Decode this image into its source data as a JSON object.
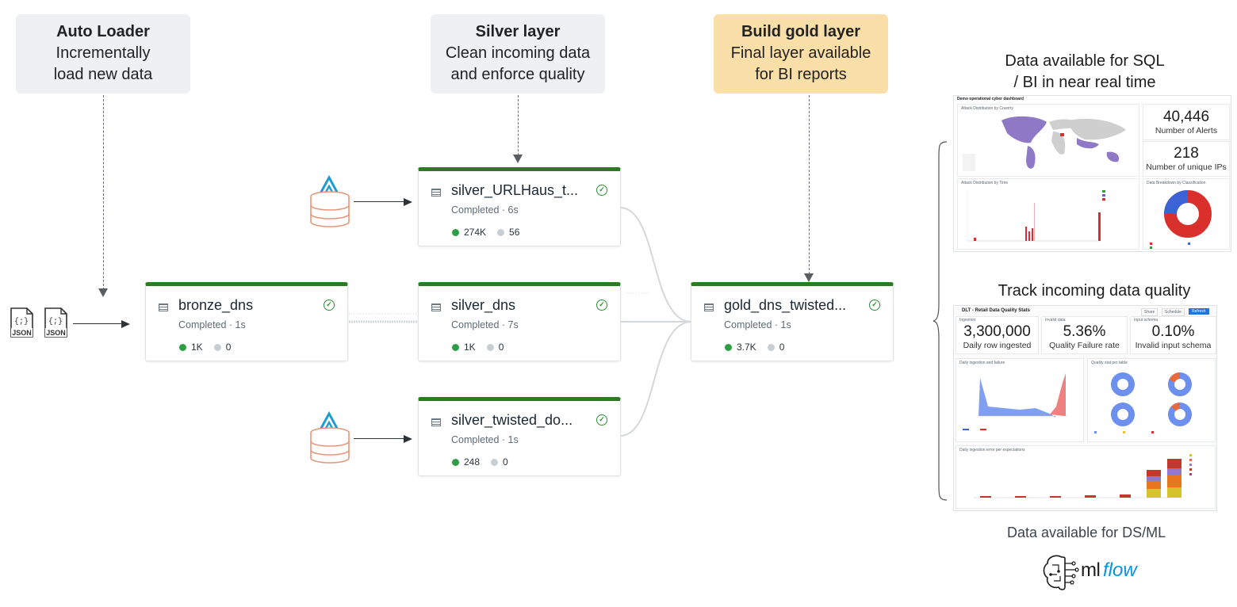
{
  "callouts": {
    "auto_loader": {
      "title": "Auto Loader",
      "line1": "Incrementally",
      "line2": "load new data"
    },
    "silver": {
      "title": "Silver layer",
      "line1": "Clean incoming data",
      "line2": "and enforce quality"
    },
    "gold": {
      "title": "Build gold layer",
      "line1": "Final layer available",
      "line2": "for BI reports"
    }
  },
  "json_files": [
    {
      "label": "JSON"
    },
    {
      "label": "JSON"
    }
  ],
  "nodes": {
    "silver_urlhaus": {
      "name": "silver_URLHaus_t...",
      "status": "Completed · 6s",
      "rows": "274K",
      "dropped": "56"
    },
    "bronze_dns": {
      "name": "bronze_dns",
      "status": "Completed · 1s",
      "rows": "1K",
      "dropped": "0"
    },
    "silver_dns": {
      "name": "silver_dns",
      "status": "Completed · 7s",
      "rows": "1K",
      "dropped": "0"
    },
    "gold_dns": {
      "name": "gold_dns_twisted...",
      "status": "Completed · 1s",
      "rows": "3.7K",
      "dropped": "0"
    },
    "silver_twisted": {
      "name": "silver_twisted_do...",
      "status": "Completed · 1s",
      "rows": "248",
      "dropped": "0"
    }
  },
  "right": {
    "sql_heading_1": "Data available for SQL",
    "sql_heading_2": "/ BI in near real time",
    "quality_heading": "Track incoming data quality",
    "dsml_caption": "Data available for DS/ML",
    "mlflow_ml": "ml",
    "mlflow_flow": "flow"
  },
  "dashboard1": {
    "title": "Demo operational cyber dashboard",
    "map_title": "Attack Distribution by Country",
    "kpi1_value": "40,446",
    "kpi1_label": "Number of Alerts",
    "kpi2_value": "218",
    "kpi2_label": "Number of unique IPs",
    "time_title": "Attack Distribution by Time",
    "donut_title": "Data Breakdown by Classification"
  },
  "dashboard2": {
    "title": "DLT - Retail Data Quality Stats",
    "share": "Share",
    "schedule": "Schedule",
    "refresh": "Refresh",
    "k1_value": "3,300,000",
    "k1_label": "Daily row ingested",
    "k1_head": "Ingestion",
    "k2_value": "5.36%",
    "k2_label": "Quality Failure rate",
    "k2_head": "Invalid data",
    "k3_value": "0.10%",
    "k3_label": "Invalid input schema",
    "k3_head": "Input schema",
    "p1_title": "Daily ingestion and failure",
    "p2_title": "Quality stat per table",
    "p3_title": "Daily ingestion error per expectations"
  },
  "colors": {
    "pipeline_green": "#2c7a22",
    "gold_callout": "#fbdfa9",
    "grey_callout": "#eef0f1",
    "db_orange": "#e8967a",
    "delta_blue": "#1f9ccf",
    "mlflow_blue": "#0194e2"
  }
}
